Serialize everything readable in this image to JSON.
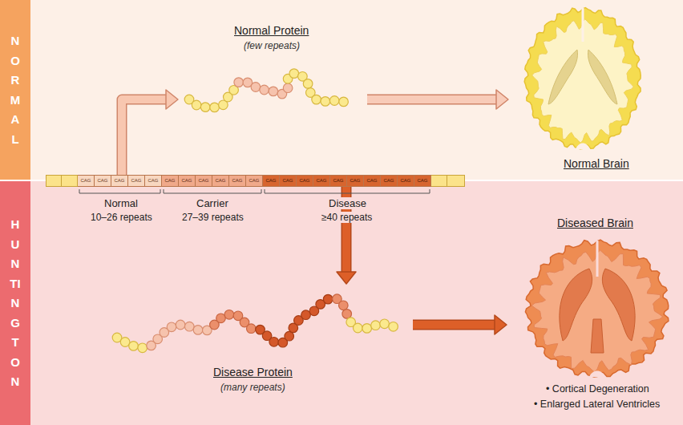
{
  "diagram": {
    "nodes": [
      {
        "text": [
          "NORMAL"
        ]
      },
      {
        "text": [
          "Normal Protein",
          "(few repeats)"
        ],
        "in": 0
      },
      {
        "text": [
          "Normal Brain"
        ],
        "in": 0
      },
      {
        "text": [
          "CAG",
          "CAG",
          "CAG",
          "CAG",
          "CAG",
          "CAG",
          "CAG",
          "CAG",
          "CAG",
          "CAG",
          "CAG",
          "CAG",
          "CAG",
          "CAG",
          "CAG",
          "CAG",
          "CAG",
          "CAG",
          "CAG",
          "CAG",
          "CAG"
        ]
      },
      {
        "text": [
          "HUNTINGTON"
        ]
      },
      {
        "text": [
          "Diseased Brain"
        ],
        "in": 4
      },
      {
        "text": [
          "Disease Protein",
          "(many repeats)"
        ],
        "in": 4
      }
    ],
    "edges": [
      {
        "from": 3,
        "to": 1,
        "arrow": "to"
      },
      {
        "from": 1,
        "to": 2,
        "arrow": "to"
      },
      {
        "from": 3,
        "to": 6,
        "arrow": "to"
      },
      {
        "from": 6,
        "to": 5,
        "arrow": "to"
      }
    ],
    "labels": [
      "Normal",
      "10–26 repeats",
      "Carrier",
      "27–39 repeats",
      "Disease",
      "≥40 repeats",
      "• Cortical Degeneration",
      "• Enlarged Lateral Ventricles"
    ]
  }
}
